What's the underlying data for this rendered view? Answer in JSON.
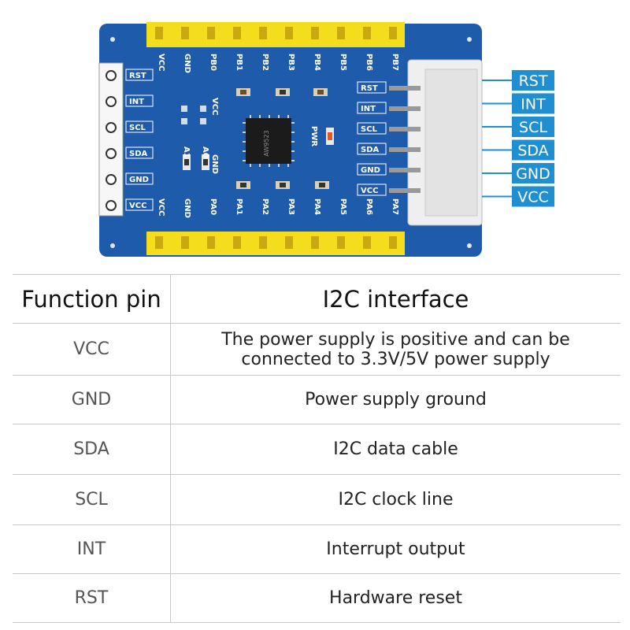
{
  "board": {
    "top_header_pins": [
      "VCC",
      "GND",
      "PB0",
      "PB1",
      "PB2",
      "PB3",
      "PB4",
      "PB5",
      "PB6",
      "PB7"
    ],
    "bottom_header_pins": [
      "VCC",
      "GND",
      "PA0",
      "PA1",
      "PA2",
      "PA3",
      "PA4",
      "PA5",
      "PA6",
      "PA7"
    ],
    "left_pins": [
      "RST",
      "INT",
      "SCL",
      "SDA",
      "GND",
      "VCC"
    ],
    "right_pins": [
      "RST",
      "INT",
      "SCL",
      "SDA",
      "GND",
      "VCC"
    ],
    "address_labels": [
      "A1",
      "A0",
      "VCC",
      "GND"
    ],
    "pwr_label": "PWR",
    "chip_marking": "AW9523",
    "callouts": [
      "RST",
      "INT",
      "SCL",
      "SDA",
      "GND",
      "VCC"
    ],
    "colors": {
      "pcb": "#1f5bab",
      "header": "#f3dd1d",
      "connector": "#efefef",
      "callout": "#1f8fd1"
    }
  },
  "table": {
    "headers": [
      "Function pin",
      "I2C interface"
    ],
    "rows": [
      {
        "pin": "VCC",
        "desc_line1": "The power supply is positive and can be",
        "desc_line2": "connected to 3.3V/5V power supply"
      },
      {
        "pin": "GND",
        "desc_line1": "Power supply ground",
        "desc_line2": ""
      },
      {
        "pin": "SDA",
        "desc_line1": "I2C data cable",
        "desc_line2": ""
      },
      {
        "pin": "SCL",
        "desc_line1": "I2C clock line",
        "desc_line2": ""
      },
      {
        "pin": "INT",
        "desc_line1": "Interrupt output",
        "desc_line2": ""
      },
      {
        "pin": "RST",
        "desc_line1": "Hardware reset",
        "desc_line2": ""
      }
    ]
  }
}
